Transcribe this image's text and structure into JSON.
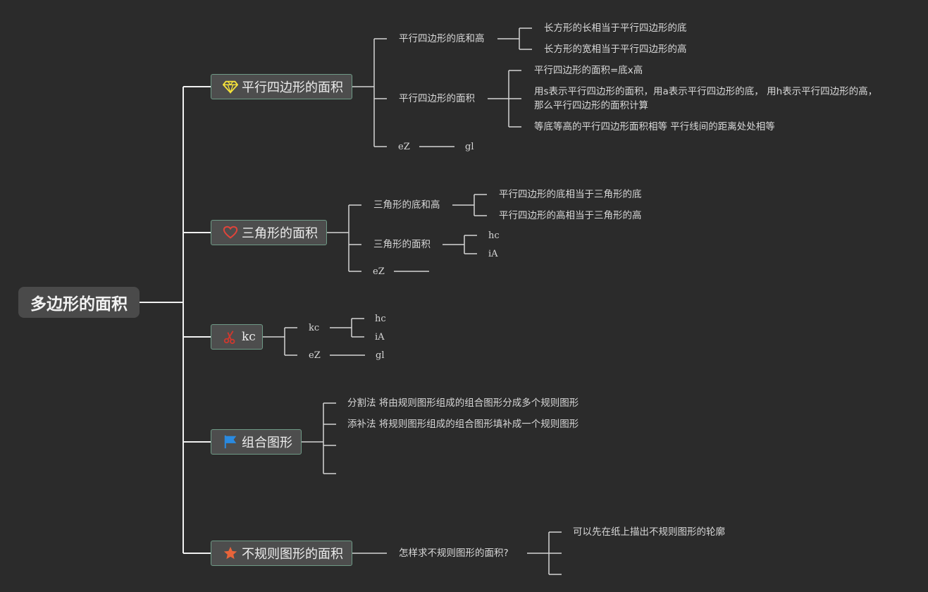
{
  "root": {
    "label": "多边形的面积"
  },
  "topics": {
    "parallelogram": {
      "label": "平行四边形的面积",
      "icon": "diamond-icon",
      "base_height": {
        "label": "平行四边形的底和高",
        "items": [
          "长方形的长相当于平行四边形的底",
          "长方形的宽相当于平行四边形的高"
        ]
      },
      "area": {
        "label": "平行四边形的面积",
        "items": [
          "平行四边形的面积=底x高",
          "用s表示平行四边形的面积，用a表示平行四边形的底， 用h表示平行四边形的高，",
          "那么平行四边形的面积计算",
          "等底等高的平行四边形面积相等 平行线间的距离处处相等"
        ]
      },
      "ez": {
        "label": "eZ",
        "child": "gl"
      }
    },
    "triangle": {
      "label": "三角形的面积",
      "icon": "heart-icon",
      "base_height": {
        "label": "三角形的底和高",
        "items": [
          "平行四边形的底相当于三角形的底",
          "平行四边形的高相当于三角形的高"
        ]
      },
      "area": {
        "label": "三角形的面积",
        "items": [
          "hc",
          "iA"
        ]
      },
      "ez": {
        "label": "eZ"
      }
    },
    "kc": {
      "label": "kc",
      "icon": "scissors-icon",
      "kc_child": {
        "label": "kc",
        "items": [
          "hc",
          "iA"
        ]
      },
      "ez": {
        "label": "eZ",
        "child": "gl"
      }
    },
    "composite": {
      "label": "组合图形",
      "icon": "flag-icon",
      "items": [
        "分割法 将由规则图形组成的组合图形分成多个规则图形",
        "添补法 将规则图形组成的组合图形填补成一个规则图形"
      ]
    },
    "irregular": {
      "label": "不规则图形的面积",
      "icon": "star-icon",
      "question": {
        "label": "怎样求不规则图形的面积?",
        "items": [
          "可以先在纸上描出不规则图形的轮廓"
        ]
      }
    }
  }
}
